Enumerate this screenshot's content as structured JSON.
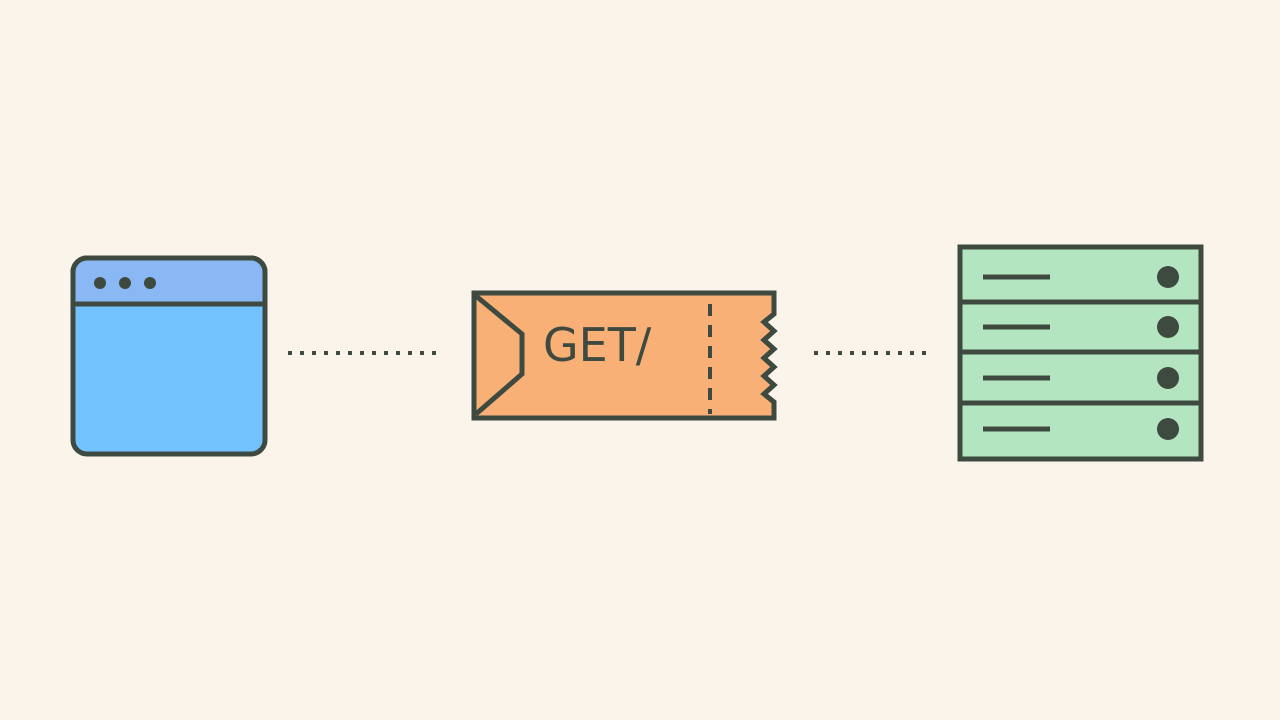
{
  "background_color": "#FBF4EA",
  "stroke_color": "#3E4A40",
  "browser": {
    "icon": "browser-window-icon",
    "title_bar_color": "#8AB8F5",
    "body_color": "#72C2FF",
    "title_dot_count": 3
  },
  "request": {
    "icon": "ticket-icon",
    "label": "GET/",
    "fill_color": "#F8B077"
  },
  "server": {
    "icon": "server-rack-icon",
    "fill_color": "#B3E5C0",
    "unit_count": 4
  },
  "connectors": {
    "style": "dotted"
  }
}
